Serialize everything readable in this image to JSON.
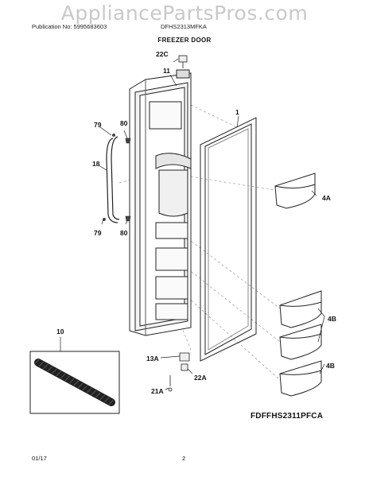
{
  "watermark": "AppliancePartsPros.com",
  "header": {
    "publication": "Publication No: 5995683603",
    "model": "DFHS2313MFKA",
    "section_title": "FREEZER DOOR"
  },
  "callouts": {
    "c1": "1",
    "c4A": "4A",
    "c4B_upper": "4B",
    "c4B_lower": "4B",
    "c10": "10",
    "c11": "11",
    "c13A": "13A",
    "c18": "18",
    "c21A": "21A",
    "c22A": "22A",
    "c22C": "22C",
    "c79_top": "79",
    "c79_bottom": "79",
    "c80_top": "80",
    "c80_bottom": "80"
  },
  "figure_code": "FDFFHS2311PFCA",
  "footer": {
    "date": "01/17",
    "page": "2"
  }
}
